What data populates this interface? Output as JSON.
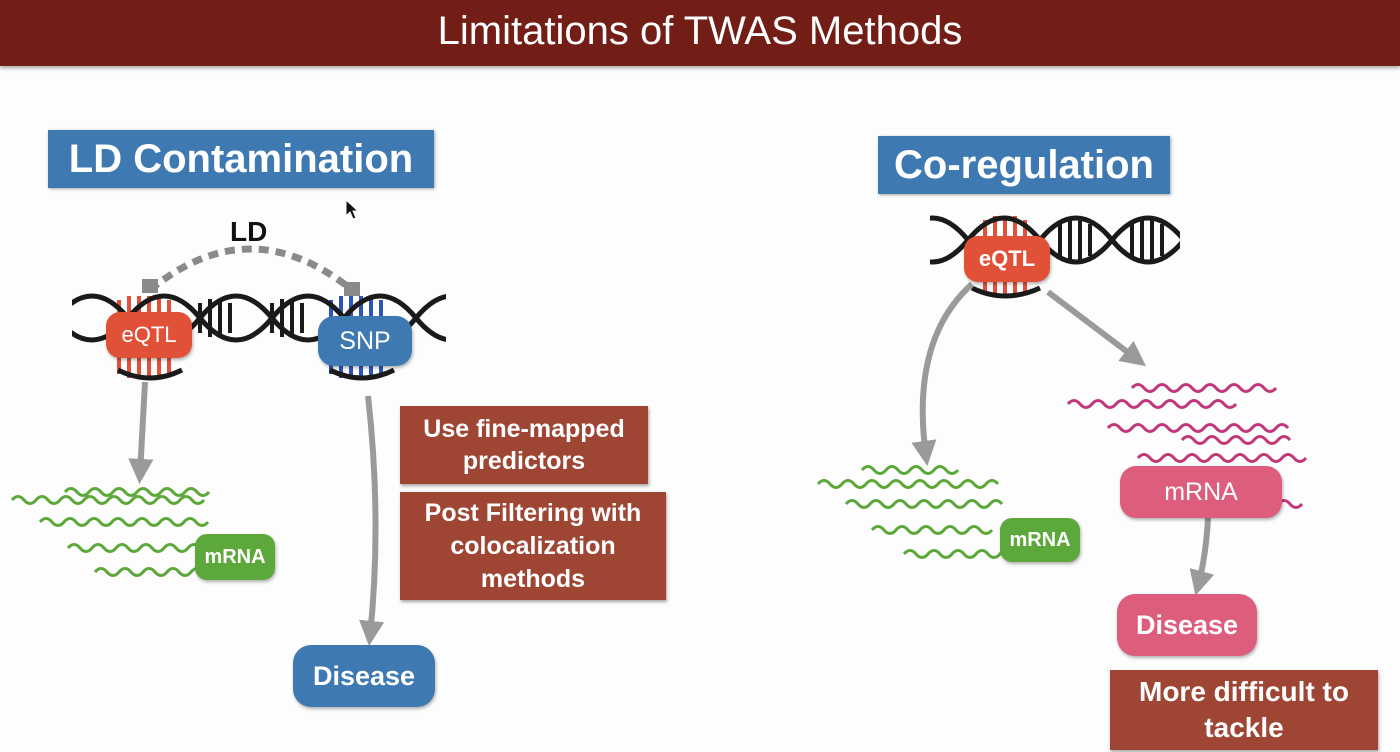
{
  "header": {
    "title": "Limitations of TWAS Methods"
  },
  "left_panel": {
    "title": "LD Contamination",
    "ld_label": "LD",
    "eqtl_label": "eQTL",
    "snp_label": "SNP",
    "mrna_label": "mRNA",
    "disease_label": "Disease",
    "notes": [
      "Use fine-mapped predictors",
      "Post Filtering with colocalization methods"
    ]
  },
  "right_panel": {
    "title": "Co-regulation",
    "eqtl_label": "eQTL",
    "mrna_green_label": "mRNA",
    "mrna_pink_label": "mRNA",
    "disease_label": "Disease",
    "note": "More difficult to tackle"
  },
  "colors": {
    "header": "#721d16",
    "title_box": "#3f79b2",
    "eqtl": "#e05138",
    "snp": "#3f79b2",
    "mrna_green": "#5da83a",
    "mrna_pink": "#dd5d7c",
    "note_box": "#9e4534",
    "arrow": "#9a9a9a"
  }
}
